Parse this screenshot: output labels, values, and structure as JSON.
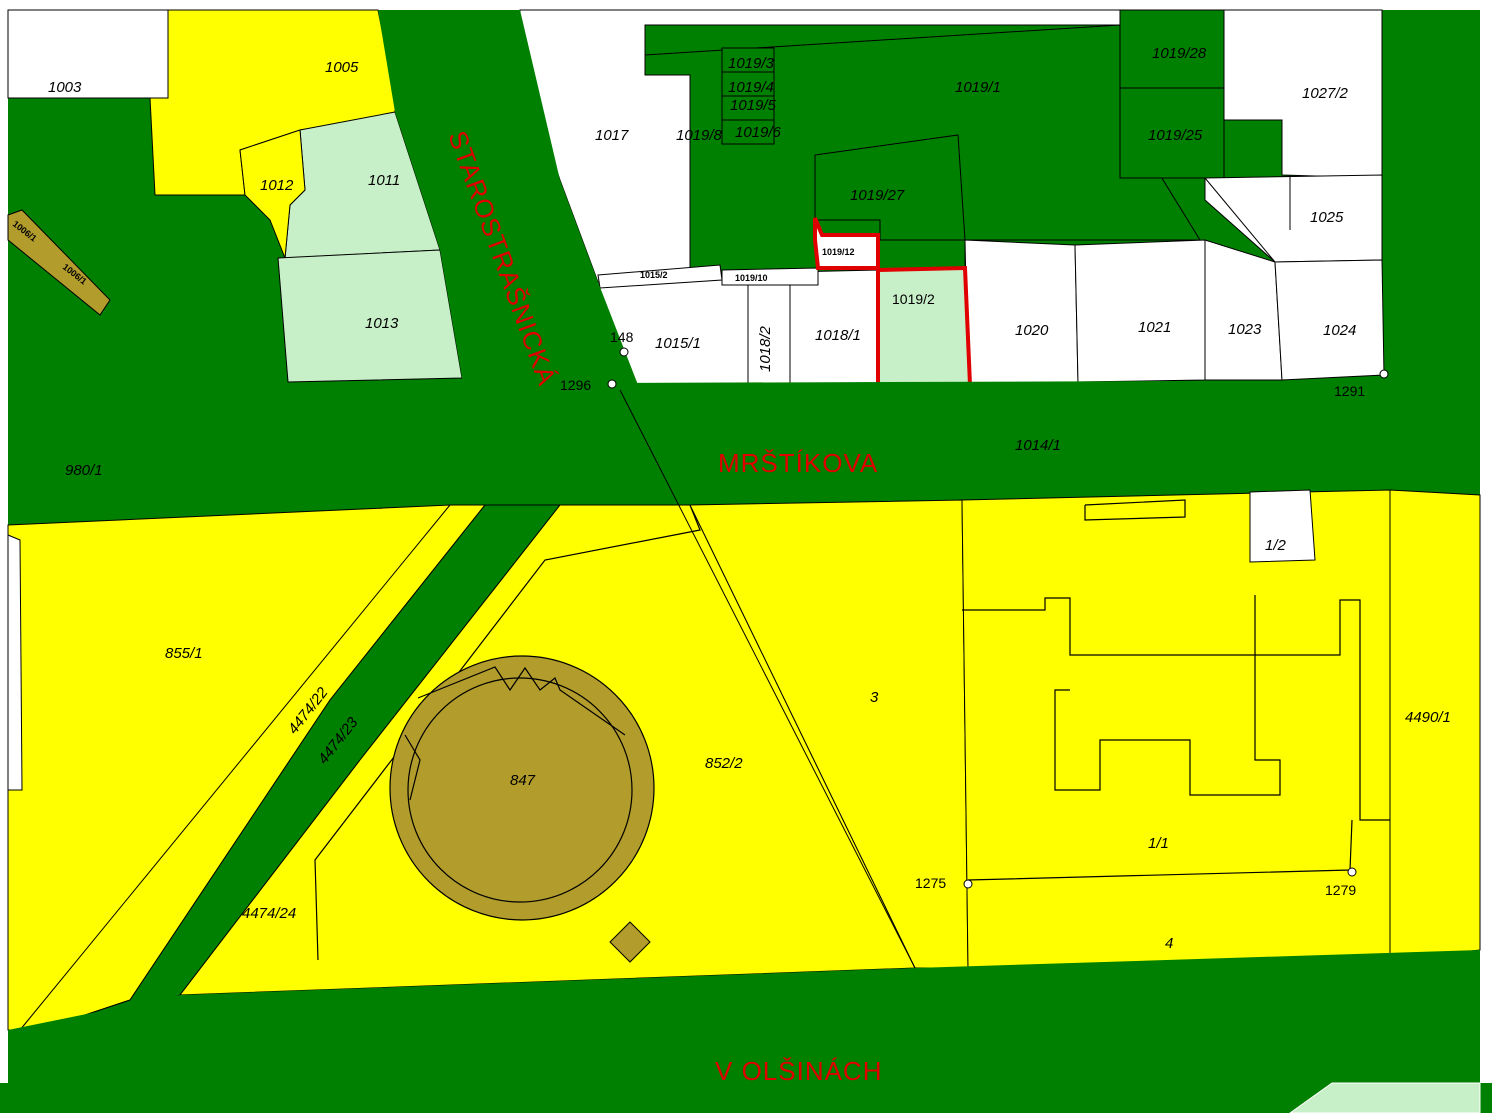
{
  "colors": {
    "green": "#008000",
    "yellow": "#ffff00",
    "light_green": "#c8f0c8",
    "white": "#ffffff",
    "olive": "#b29c2c",
    "selection_red": "#e00000",
    "street_label": "#e00000"
  },
  "streets": {
    "starostrasnicka": "STAROSTRAŠNICKÁ",
    "mrstikova": "MRŠTÍKOVA",
    "v_olsinach": "V OLŠINÁCH"
  },
  "parcels": {
    "p1003": "1003",
    "p1005": "1005",
    "p1011": "1011",
    "p1012": "1012",
    "p1013": "1013",
    "p1006a": "1006/1",
    "p1006b": "1006/1",
    "p1017": "1017",
    "p1019_3": "1019/3",
    "p1019_4": "1019/4",
    "p1019_5": "1019/5",
    "p1019_6": "1019/6",
    "p1019_8": "1019/8",
    "p1019_1": "1019/1",
    "p1019_28": "1019/28",
    "p1019_25": "1019/25",
    "p1027_2": "1027/2",
    "p1019_27": "1019/27",
    "p1025": "1025",
    "p1019_12": "1019/12",
    "p1019_10": "1019/10",
    "p1015_2": "1015/2",
    "p1019_2": "1019/2",
    "p1015_1": "1015/1",
    "p1018_2": "1018/2",
    "p1018_1": "1018/1",
    "p1020": "1020",
    "p1021": "1021",
    "p1023": "1023",
    "p1024": "1024",
    "p148": "148",
    "p980_1": "980/1",
    "p1014_1": "1014/1",
    "p855_1": "855/1",
    "p4474_22": "4474/22",
    "p4474_23": "4474/23",
    "p847": "847",
    "p852_2": "852/2",
    "p4474_24": "4474/24",
    "p1_2": "1/2",
    "p1_1": "1/1",
    "p4490_1": "4490/1",
    "num3": "3",
    "num4": "4"
  },
  "points": {
    "pt1296": "1296",
    "pt1291": "1291",
    "pt1275": "1275",
    "pt1279": "1279"
  },
  "selected_parcels": [
    "1019/2",
    "1019/12"
  ]
}
